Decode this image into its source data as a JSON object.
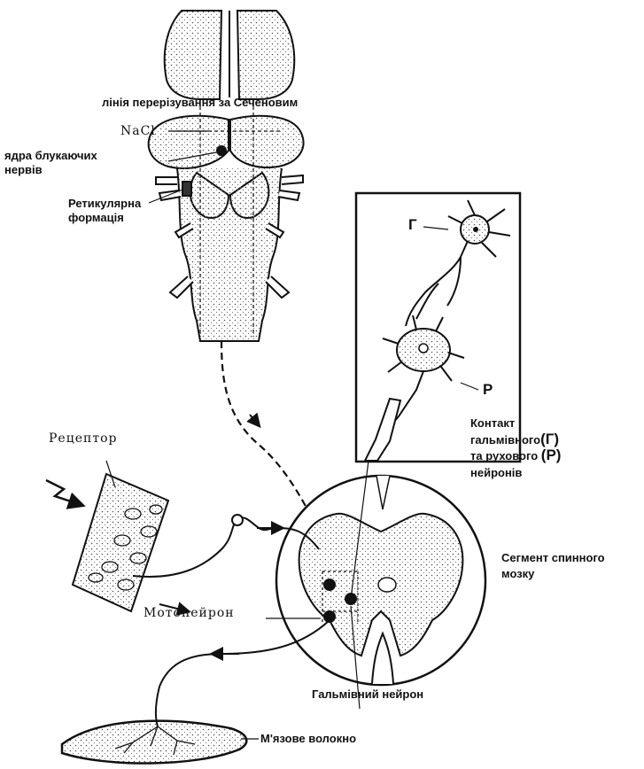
{
  "labels": {
    "sechenov_line": "лінія перерізування за Сеченовим",
    "nacl": "NaCl",
    "vagus_nuclei_1": "ядра блукаючих",
    "vagus_nuclei_2": "нервів",
    "reticular_1": "Ретикулярна",
    "reticular_2": "формація",
    "inset_g": "Г",
    "inset_r": "Р",
    "contact_1": "Контакт",
    "contact_2": "гальмівного",
    "contact_2_mark": "(Г)",
    "contact_3": "та рухового",
    "contact_3_mark": "(Р)",
    "contact_4": "нейронів",
    "receptor": "Рецептор",
    "segment_1": "Сегмент спинного",
    "segment_2": "мозку",
    "motoneuron": "Мотонейрон",
    "inhibitory_neuron": "Гальмівний нейрон",
    "muscle_fiber": "М'язове волокно"
  },
  "colors": {
    "ink": "#111111",
    "stipple": "#555555",
    "background": "#ffffff"
  }
}
